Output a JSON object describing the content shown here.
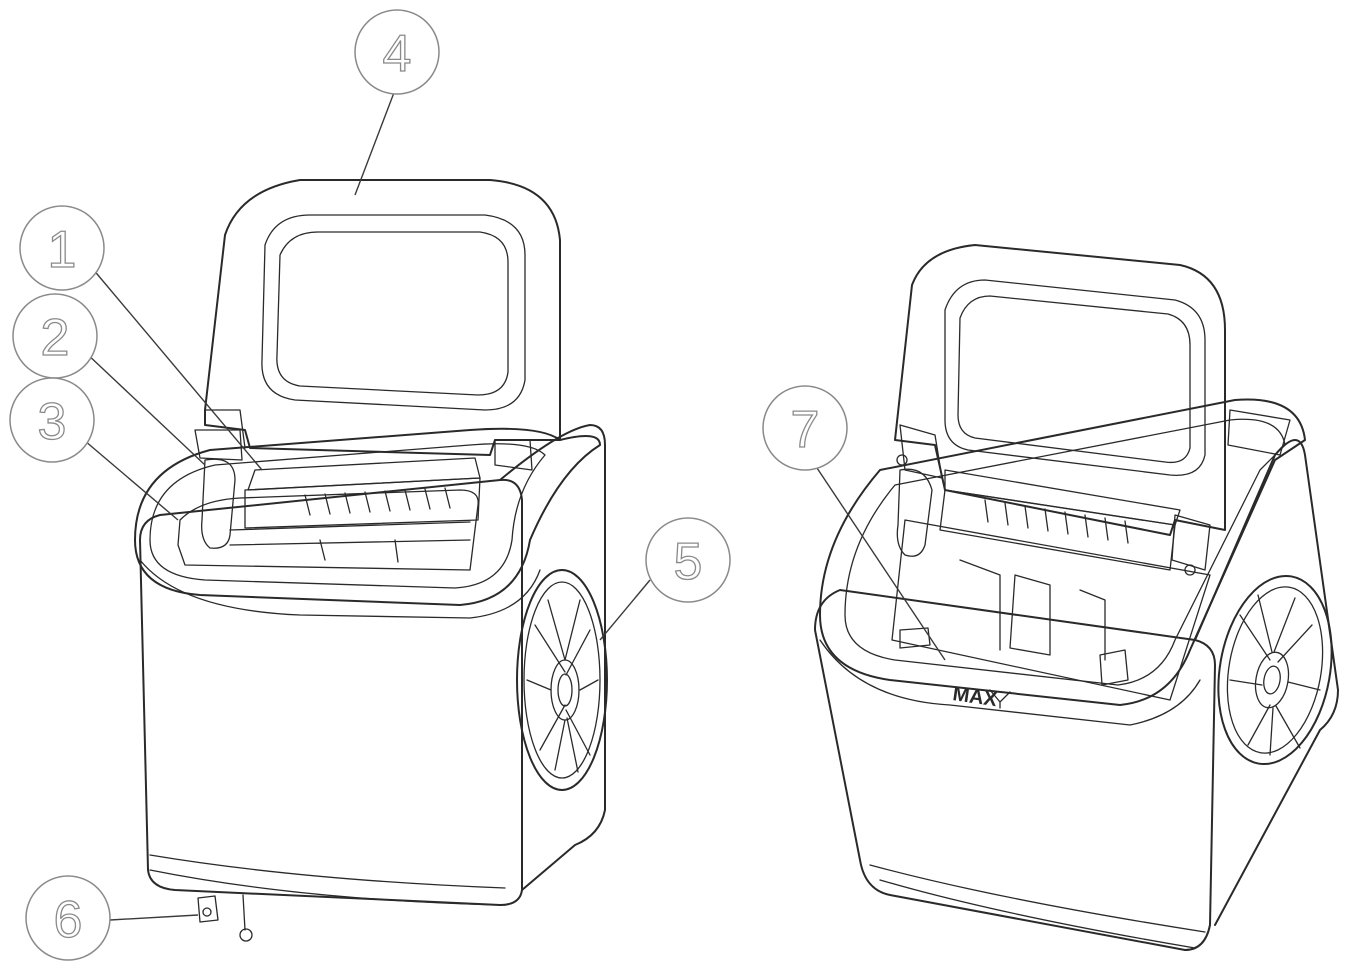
{
  "callouts": [
    {
      "id": "1",
      "label": "1"
    },
    {
      "id": "2",
      "label": "2"
    },
    {
      "id": "3",
      "label": "3"
    },
    {
      "id": "4",
      "label": "4"
    },
    {
      "id": "5",
      "label": "5"
    },
    {
      "id": "6",
      "label": "6"
    },
    {
      "id": "7",
      "label": "7"
    }
  ],
  "water_mark_label": "MAX",
  "line_color": "#2a2a2a",
  "callout_color": "#8a8a8a"
}
